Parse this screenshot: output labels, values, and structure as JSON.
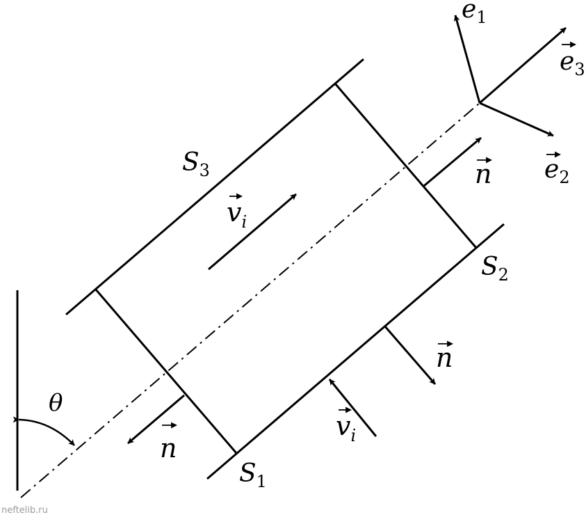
{
  "labels": {
    "s3": {
      "main": "S",
      "sub": "3"
    },
    "s2": {
      "main": "S",
      "sub": "2"
    },
    "s1": {
      "main": "S",
      "sub": "1"
    },
    "vi": {
      "main": "v",
      "sub": "i"
    },
    "n": "n",
    "theta": "θ",
    "e1": {
      "main": "e",
      "sub": "1"
    },
    "e2": {
      "main": "e",
      "sub": "2"
    },
    "e3": {
      "main": "e",
      "sub": "3"
    }
  },
  "watermark": "neftelib.ru",
  "colors": {
    "ink": "#000000",
    "watermark": "#9a9a9a"
  }
}
